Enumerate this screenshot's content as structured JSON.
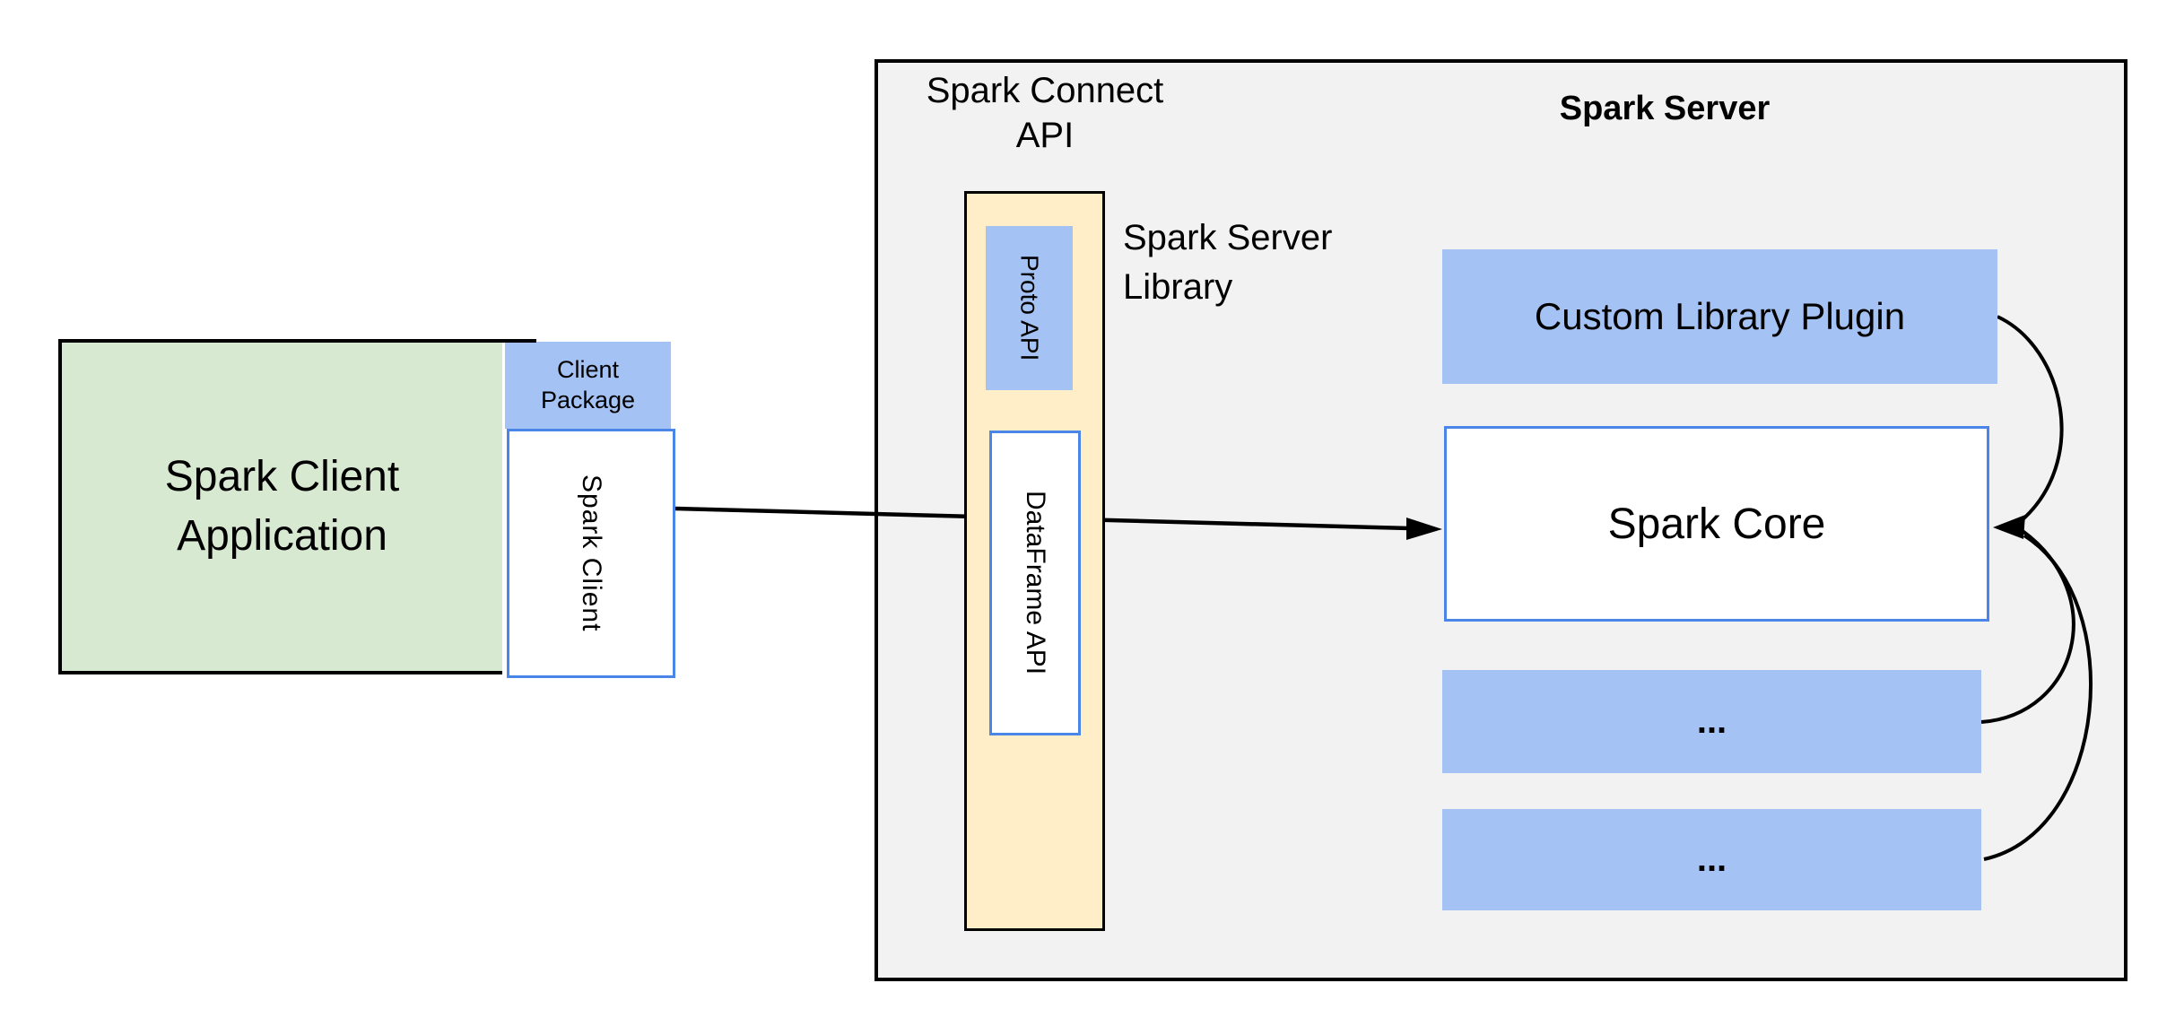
{
  "colors": {
    "green_fill": "#d8e9d2",
    "blue_fill": "#a4c2f4",
    "cream_fill": "#ffeec8",
    "gray_fill": "#f2f2f3",
    "blue_border": "#4a86e8",
    "line": "#000000"
  },
  "client": {
    "app_label": "Spark Client\nApplication",
    "package_label": "Client\nPackage",
    "client_label": "Spark Client"
  },
  "connect": {
    "api_label": "Spark Connect\nAPI",
    "server_library_label": "Spark Server\nLibrary",
    "proto_label": "Proto API",
    "dataframe_label": "DataFrame API"
  },
  "server": {
    "title": "Spark Server",
    "plugin_label": "Custom Library Plugin",
    "core_label": "Spark Core",
    "ellipsis_1": "...",
    "ellipsis_2": "..."
  }
}
